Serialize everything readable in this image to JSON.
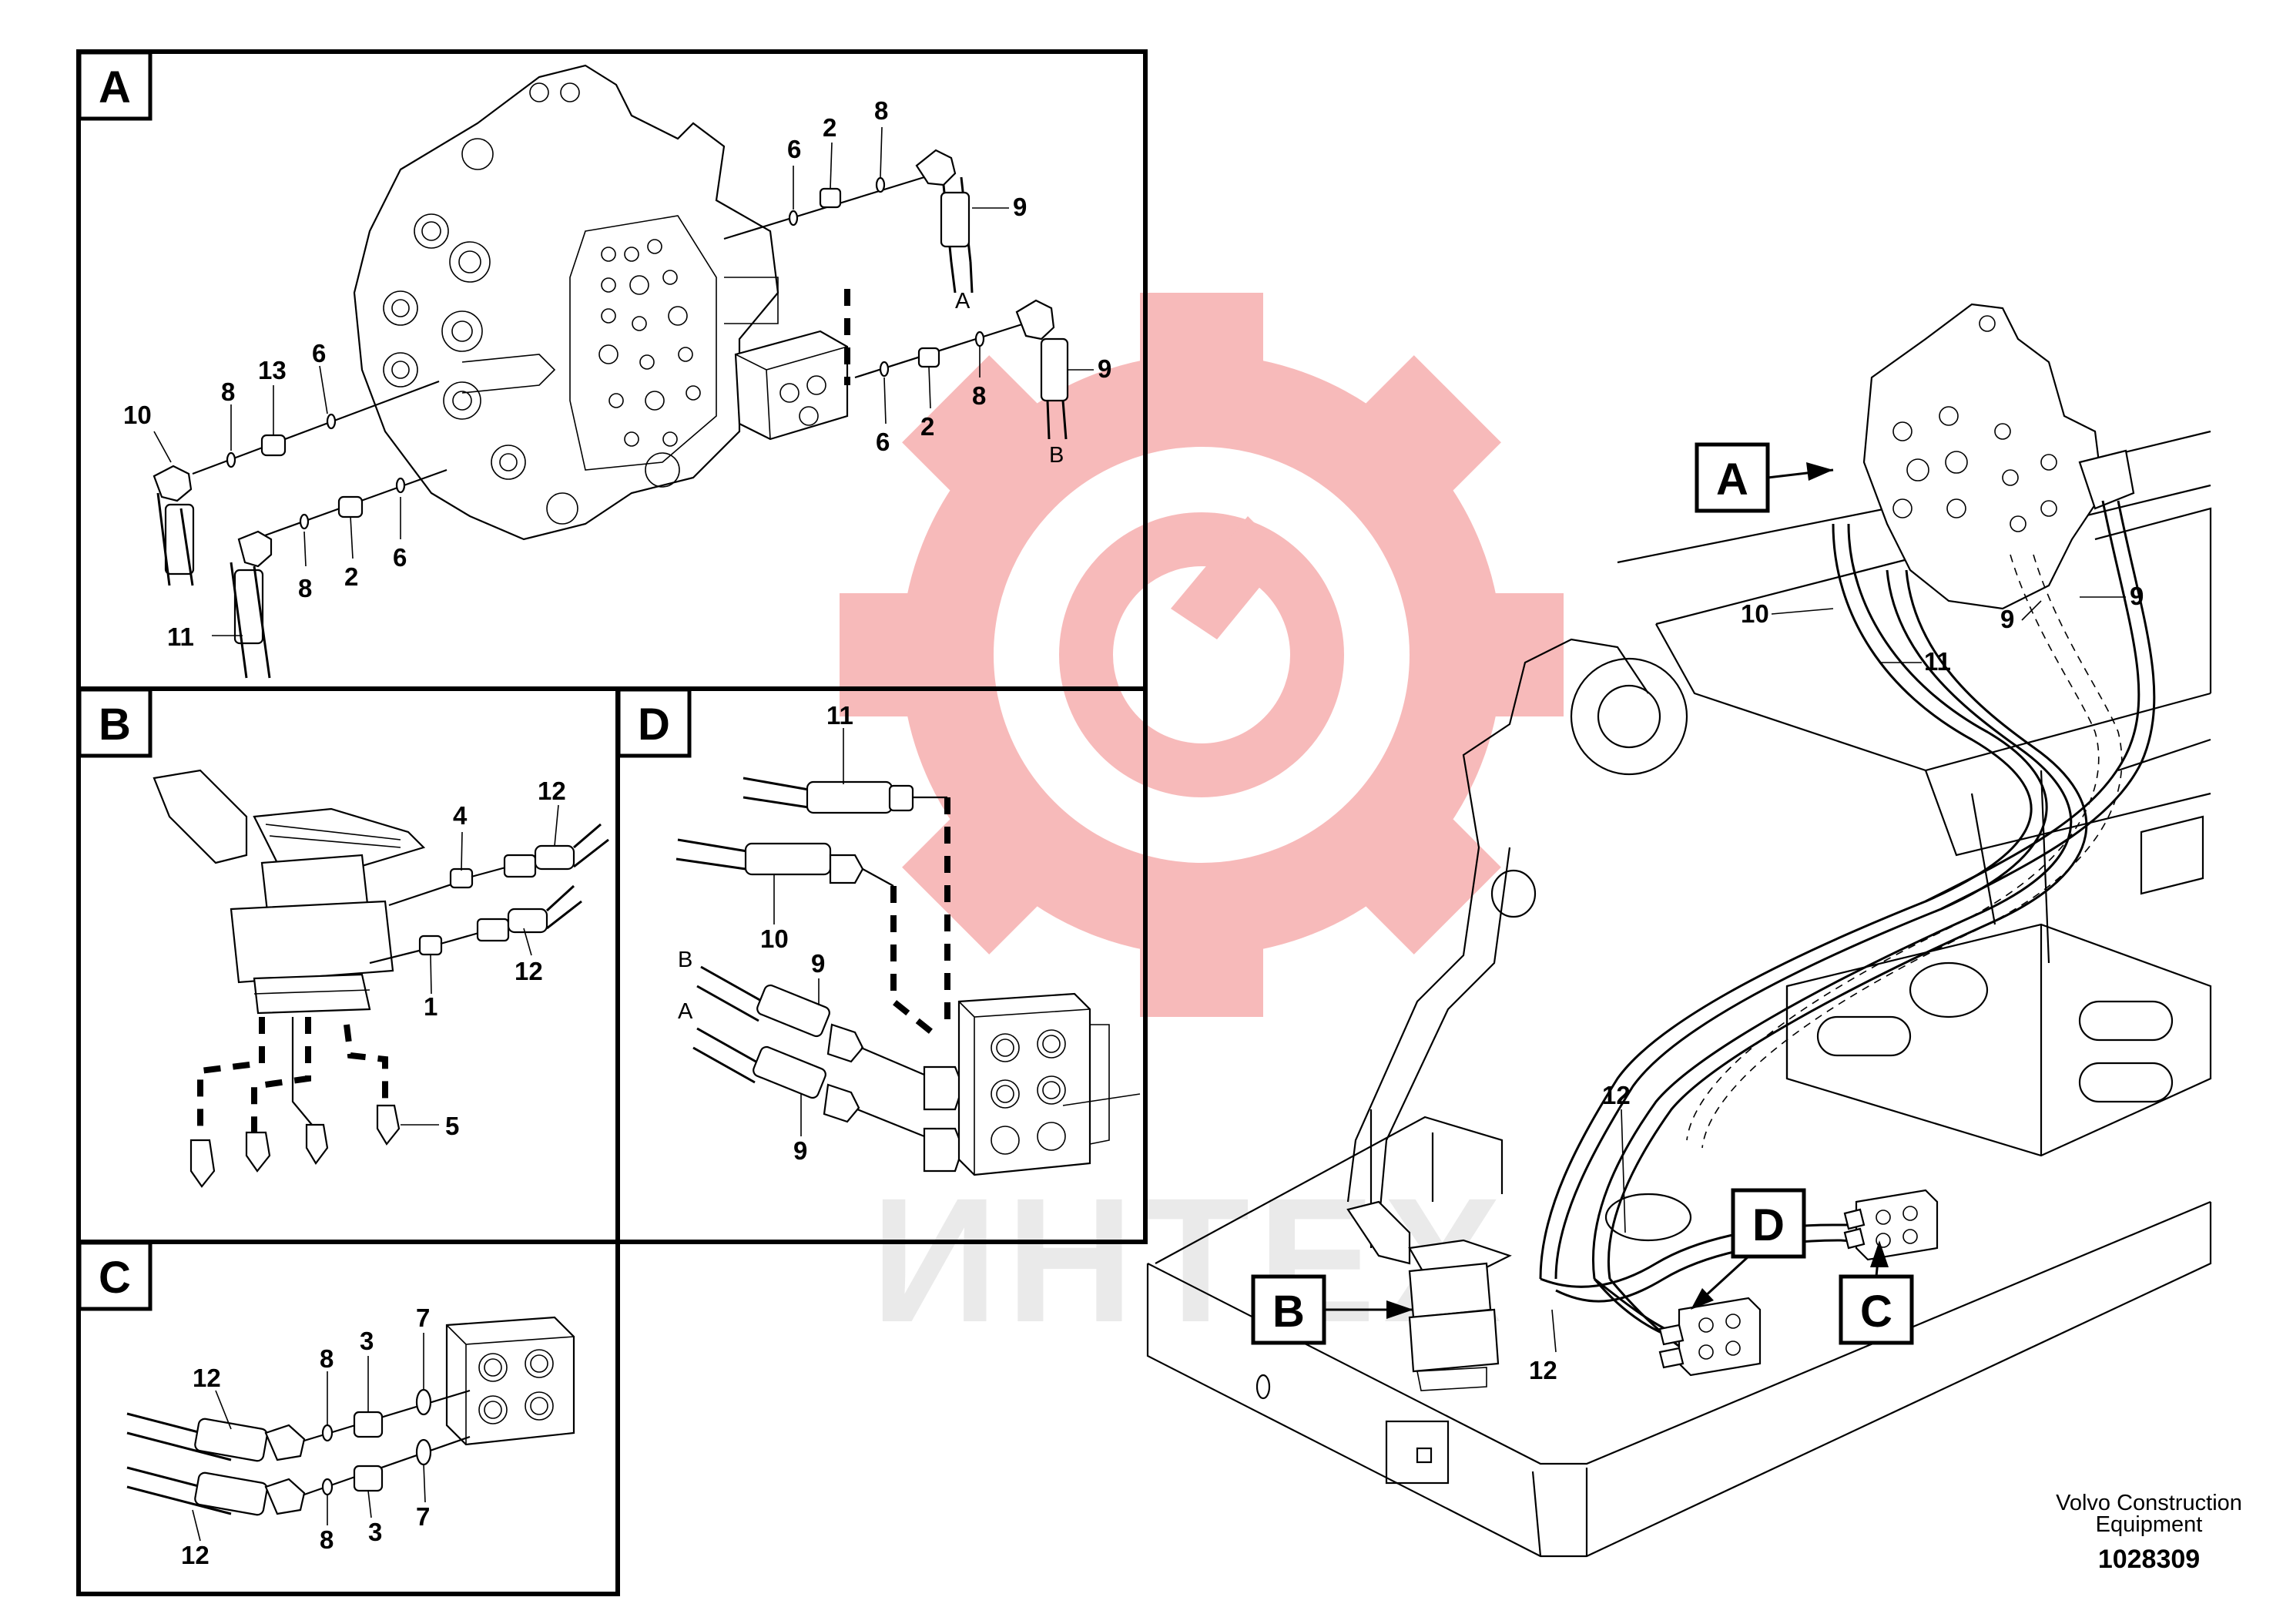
{
  "sections": {
    "A": {
      "label": "A",
      "callouts": {
        "p6a": "6",
        "p2a": "2",
        "p8a": "8",
        "p9a": "9",
        "endA": "A",
        "p6b": "6",
        "p2b": "2",
        "p8b": "8",
        "p9b": "9",
        "endB": "B",
        "p10": "10",
        "p8c": "8",
        "p13": "13",
        "p6c": "6",
        "p8d": "8",
        "p2d": "2",
        "p6d": "6",
        "p11": "11"
      }
    },
    "B": {
      "label": "B",
      "callouts": {
        "p4": "4",
        "p12a": "12",
        "p12b": "12",
        "p1": "1",
        "p5": "5"
      }
    },
    "C": {
      "label": "C",
      "callouts": {
        "p12a": "12",
        "p8a": "8",
        "p3a": "3",
        "p7a": "7",
        "p12b": "12",
        "p8b": "8",
        "p3b": "3",
        "p7b": "7"
      }
    },
    "D": {
      "label": "D",
      "callouts": {
        "p11": "11",
        "p10": "10",
        "endB": "B",
        "endA": "A",
        "p9a": "9",
        "p9b": "9"
      }
    }
  },
  "overview": {
    "callouts": {
      "A": "A",
      "B": "B",
      "C": "C",
      "D": "D",
      "p10": "10",
      "p11": "11",
      "p9a": "9",
      "p9b": "9",
      "p12a": "12",
      "p12b": "12"
    }
  },
  "watermark": {
    "text": "ИНТЕХ",
    "gear_color": "#f7b7b7",
    "text_color": "#e9e9e9"
  },
  "footer": {
    "company_line1": "Volvo Construction",
    "company_line2": "Equipment",
    "drawing_number": "1028309"
  }
}
